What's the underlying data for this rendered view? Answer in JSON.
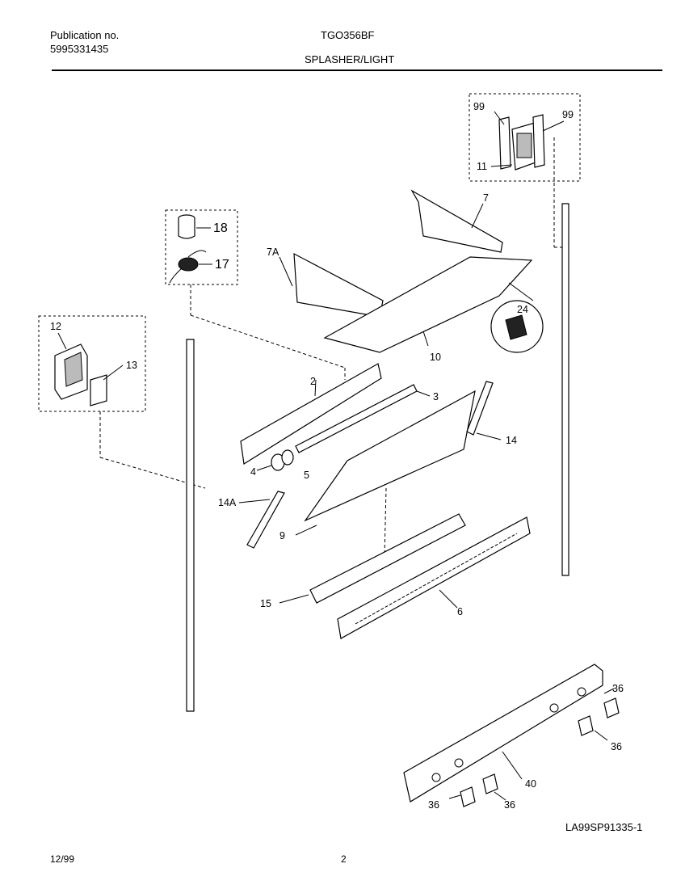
{
  "header": {
    "publication_label": "Publication no.",
    "publication_number": "5995331435",
    "model": "TGO356BF",
    "section": "SPLASHER/LIGHT"
  },
  "footer": {
    "date": "12/99",
    "page": "2",
    "drawing_id": "LA99SP91335-1"
  },
  "callouts": {
    "c99a": "99",
    "c99b": "99",
    "c11": "11",
    "c18": "18",
    "c17": "17",
    "c7": "7",
    "c7a": "7A",
    "c24": "24",
    "c10": "10",
    "c12": "12",
    "c13": "13",
    "c2": "2",
    "c3": "3",
    "c4": "4",
    "c5": "5",
    "c14": "14",
    "c14a": "14A",
    "c9": "9",
    "c15": "15",
    "c6": "6",
    "c36a": "36",
    "c36b": "36",
    "c36c": "36",
    "c36d": "36",
    "c40": "40"
  }
}
